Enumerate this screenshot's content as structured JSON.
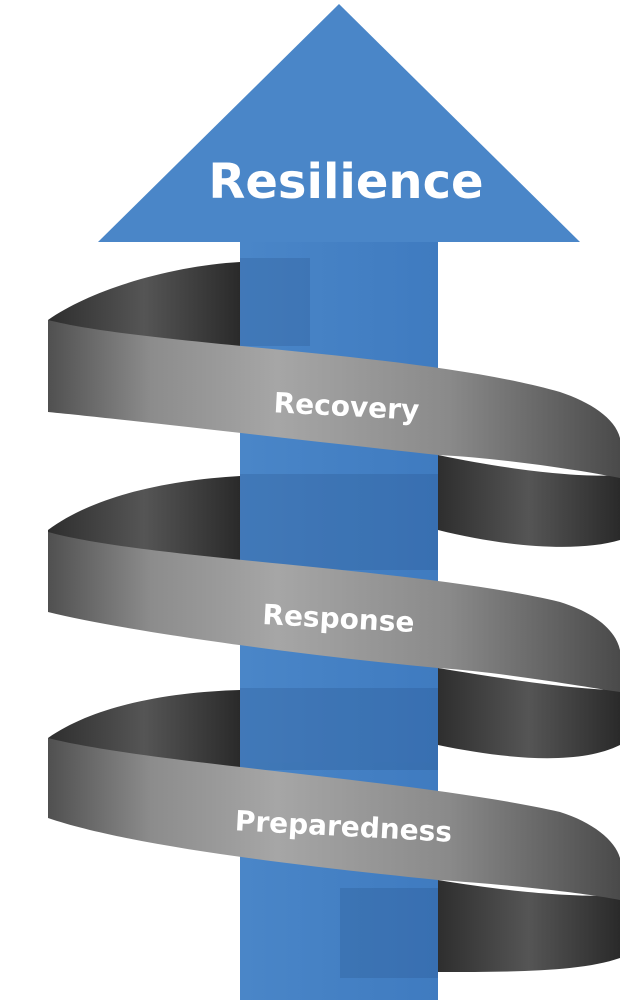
{
  "diagram": {
    "title": "Resilience",
    "stages": [
      {
        "label": "Recovery"
      },
      {
        "label": "Response"
      },
      {
        "label": "Preparedness"
      }
    ]
  },
  "colors": {
    "arrow": "#4a86c8",
    "ribbon_front_light": "#a8a8a8",
    "ribbon_front_dark": "#4a4a4a",
    "ribbon_back": "#3a3a3a",
    "text": "#ffffff"
  }
}
